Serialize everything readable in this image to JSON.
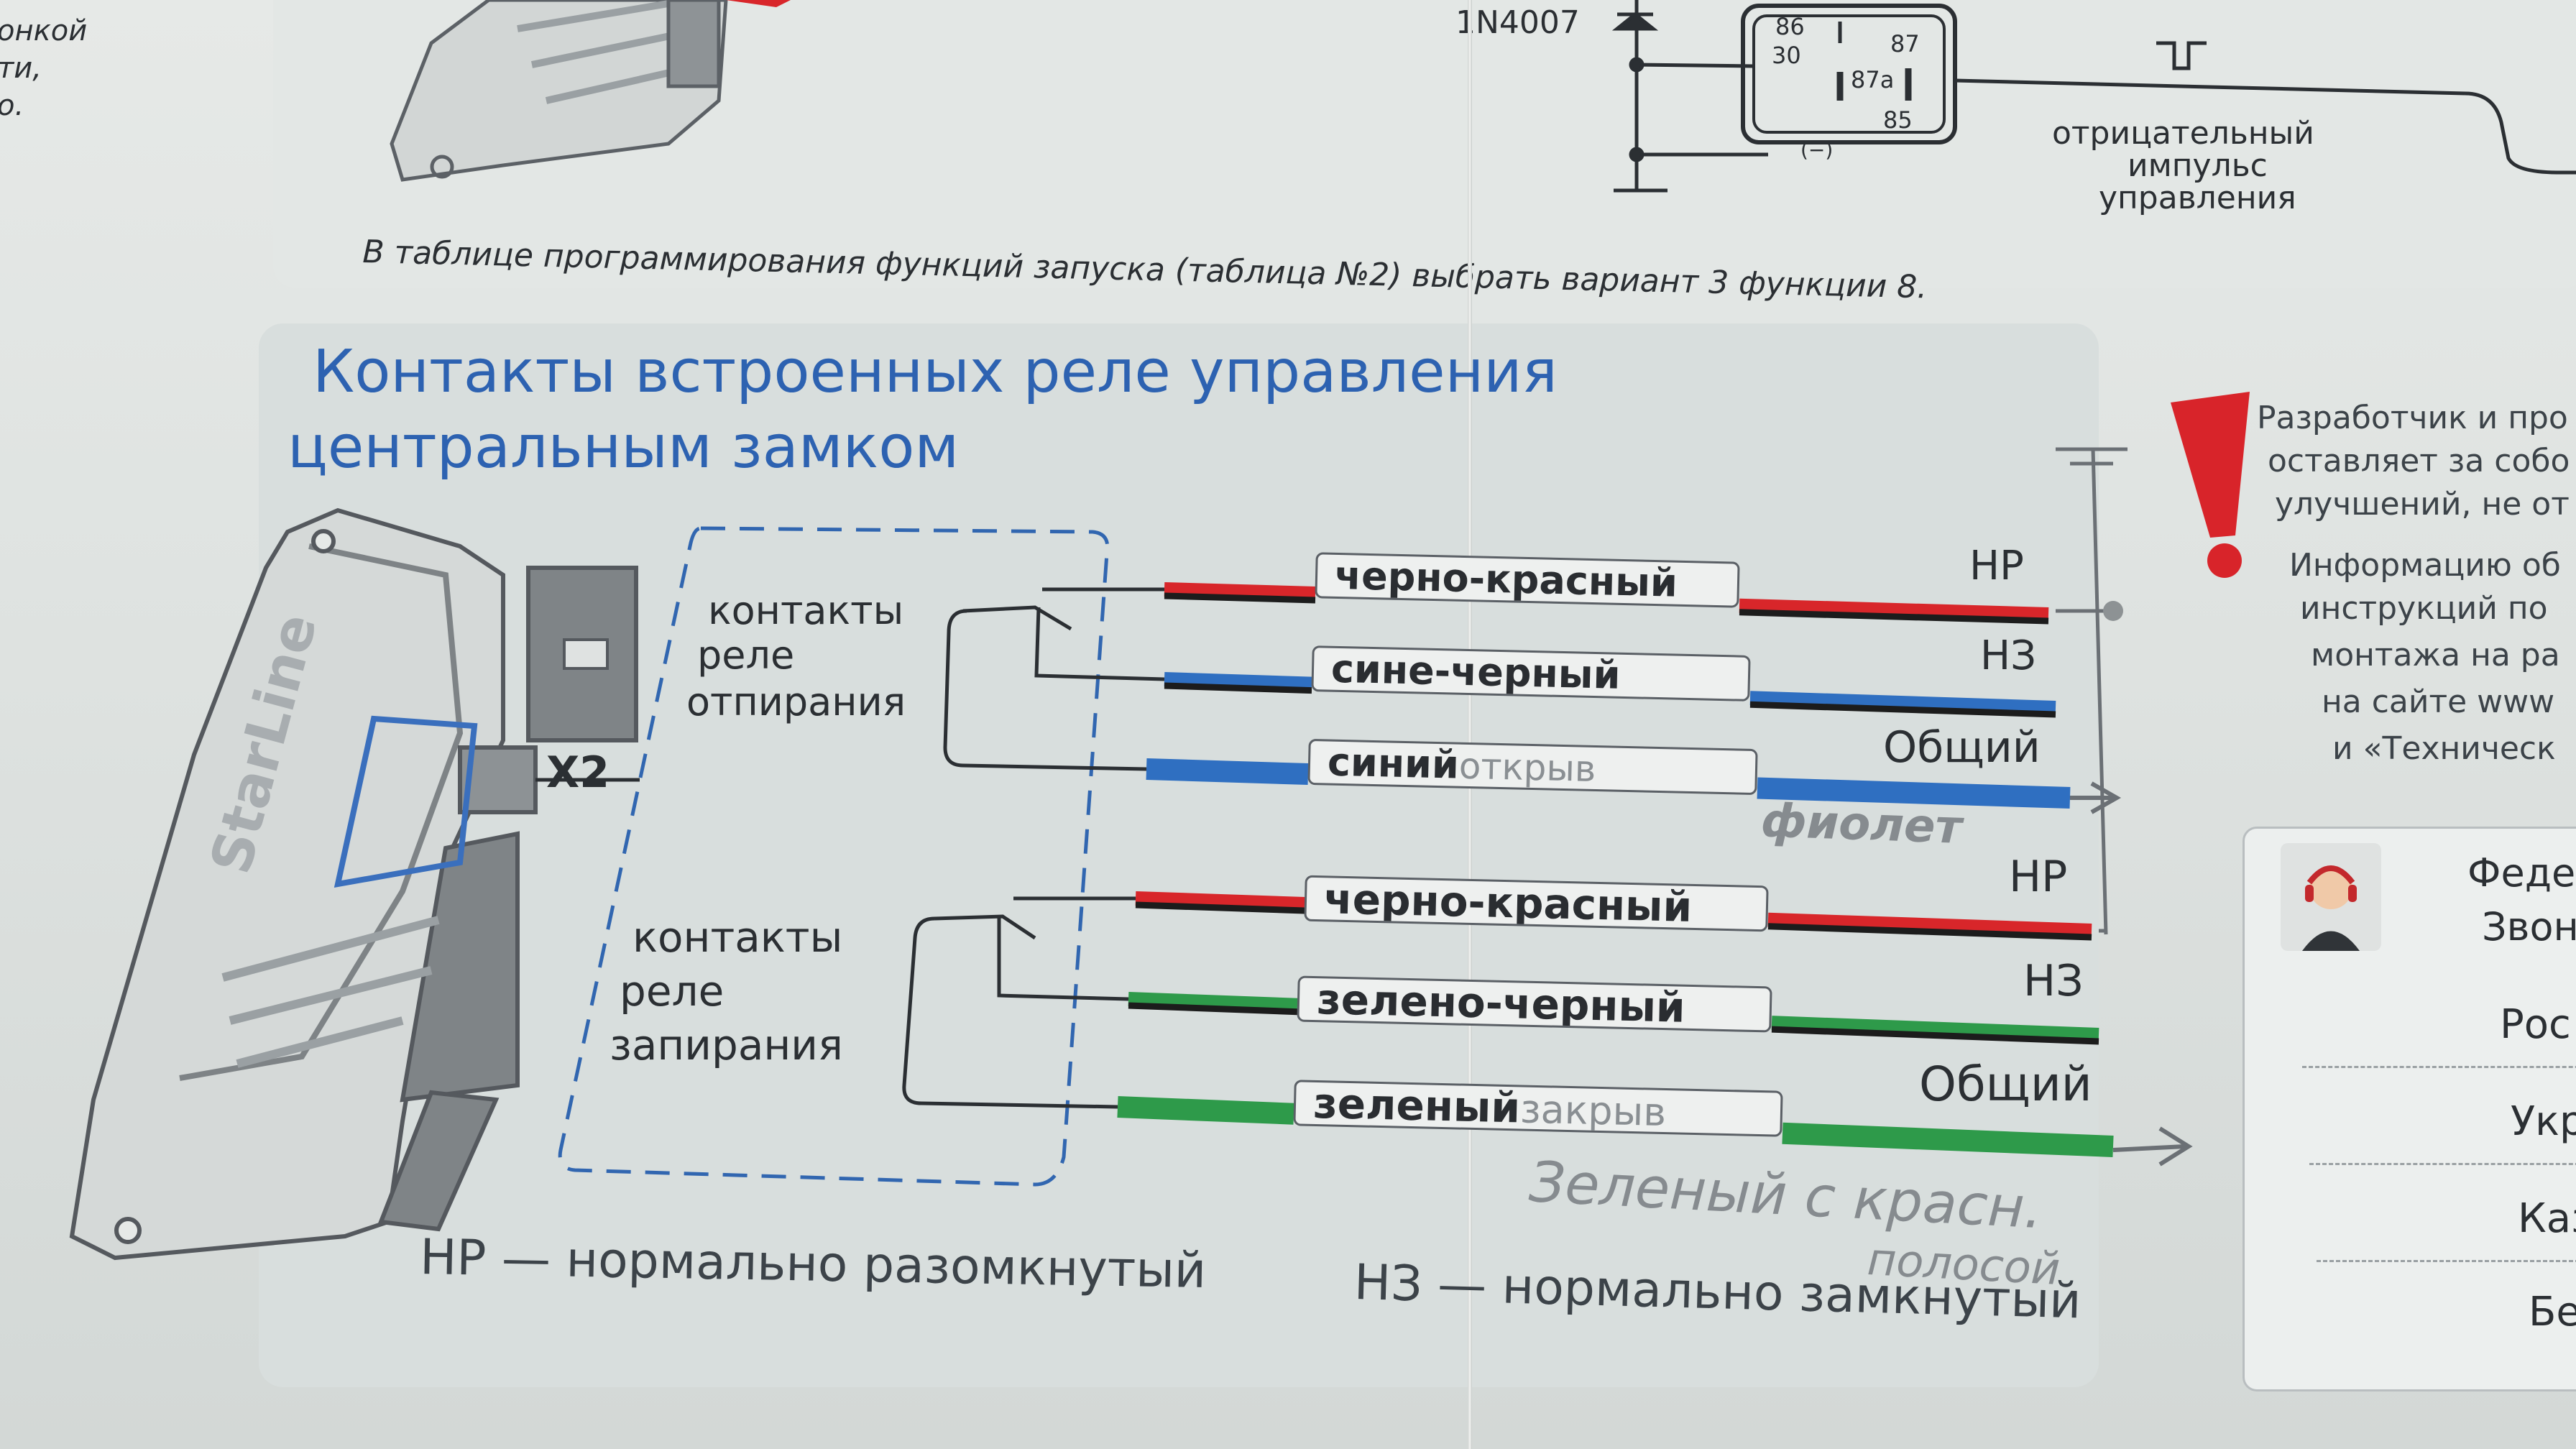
{
  "top": {
    "left_fragments": [
      "онкой",
      "ти,",
      "о."
    ],
    "diode_label": "1N4007",
    "relay_pins": [
      "86",
      "30",
      "87",
      "87a",
      "85",
      "(−)"
    ],
    "pulse_caption": [
      "отрицательный",
      "импульс",
      "управления"
    ],
    "instruction": "В таблице программирования функций запуска (таблица №2) выбрать вариант 3 функции 8."
  },
  "section": {
    "title_line1": "Контакты встроенных реле управления",
    "title_line2": "центральным замком",
    "brand": "StarLine",
    "connector": "X2",
    "group_unlock": [
      "контакты",
      "реле",
      "отпирания"
    ],
    "group_lock": [
      "контакты",
      "реле",
      "запирания"
    ],
    "wires": [
      {
        "label": "черно-красный",
        "contact": "НР",
        "handwritten": "",
        "color": "#d8262a",
        "stripe": "#1c1c1c"
      },
      {
        "label": "сине-черный",
        "contact": "НЗ",
        "handwritten": "",
        "color": "#2f6fc1",
        "stripe": "#1c1c1c"
      },
      {
        "label": "синий",
        "contact": "Общий",
        "handwritten": "открыв",
        "color": "#2f6fc1",
        "stripe": ""
      },
      {
        "label": "черно-красный",
        "contact": "НР",
        "handwritten": "",
        "color": "#d8262a",
        "stripe": "#1c1c1c"
      },
      {
        "label": "зелено-черный",
        "contact": "НЗ",
        "handwritten": "",
        "color": "#2e9a4a",
        "stripe": "#1c1c1c"
      },
      {
        "label": "зеленый",
        "contact": "Общий",
        "handwritten": "закрыв",
        "color": "#2e9a4a",
        "stripe": ""
      }
    ],
    "handwritten_blue": "фиолет",
    "handwritten_green_line1": "Зеленый с красн.",
    "handwritten_green_line2": "полосой",
    "legend_no": "НР — нормально разомкнутый",
    "legend_nc": "НЗ — нормально замкнутый"
  },
  "side": {
    "exclamation": "!",
    "note_lines": [
      "Разработчик и про",
      "оставляет за собо",
      "улучшений, не от",
      "Информацию об",
      "инструкций по",
      "монтажа на ра",
      "на сайте www",
      "и «Техническ"
    ],
    "support_title": [
      "Феде",
      "Звон"
    ],
    "countries": [
      "Рос",
      "Укр",
      "Каза",
      "Бело"
    ]
  },
  "colors": {
    "title_blue": "#2d62b1",
    "red": "#d8262a",
    "blue": "#2f6fc1",
    "green": "#2e9a4a",
    "warning_red": "#d8242a"
  }
}
